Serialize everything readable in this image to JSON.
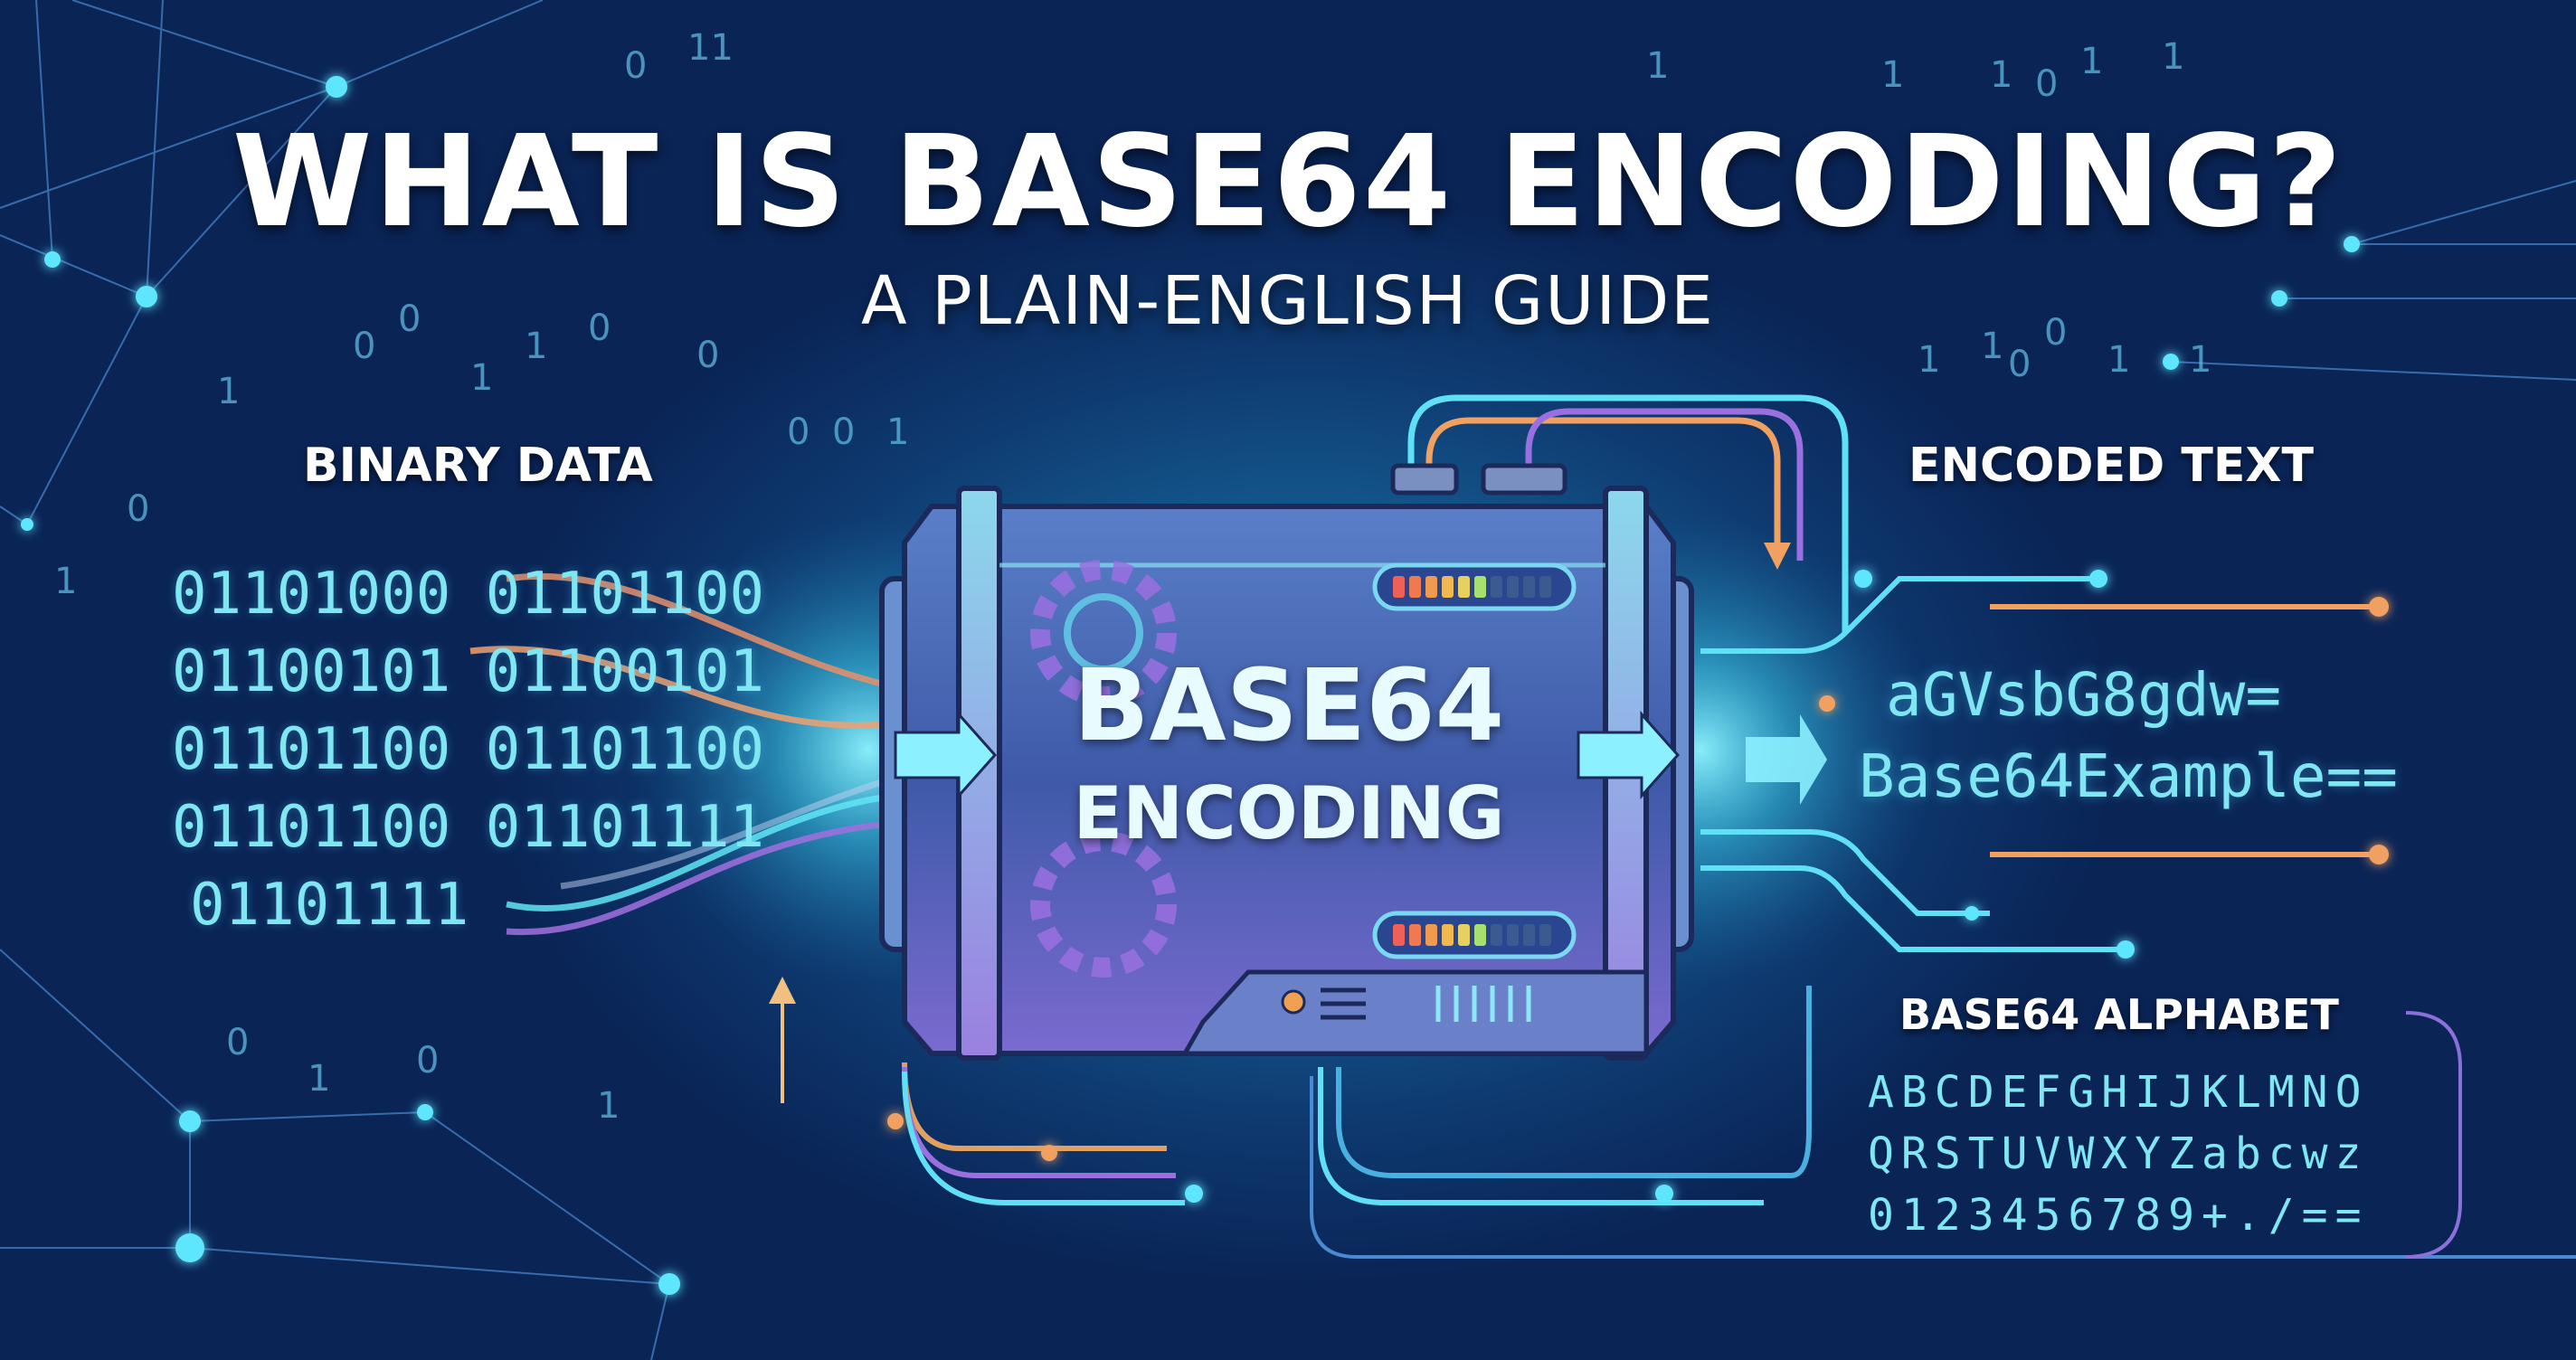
{
  "header": {
    "title": "WHAT IS BASE64 ENCODING?",
    "subtitle": "A PLAIN-ENGLISH GUIDE"
  },
  "binary_section": {
    "label": "BINARY DATA",
    "rows": [
      "01101000 01101100",
      "01100101 01100101",
      "01101100 01101100",
      "01101100 01101111",
      "01101111"
    ]
  },
  "encoder": {
    "line1": "BASE64",
    "line2": "ENCODING",
    "meter_colors": [
      "#f0605a",
      "#f07a50",
      "#f09a50",
      "#f0b850",
      "#e8d060",
      "#a8e070"
    ]
  },
  "encoded_section": {
    "label": "ENCODED TEXT",
    "lines": [
      "aGVsbG8gdw=",
      "Base64Example=="
    ]
  },
  "alphabet_section": {
    "label": "BASE64 ALPHABET",
    "rows": [
      "ABCDEFGHIJKLMNO",
      "QRSTUVWXYZabcwz",
      "0123456789+./=="
    ]
  },
  "colors": {
    "background": "#0e3a70",
    "accent_cyan": "#5fe0f5",
    "accent_orange": "#f0a060",
    "accent_purple": "#9a70e0"
  }
}
